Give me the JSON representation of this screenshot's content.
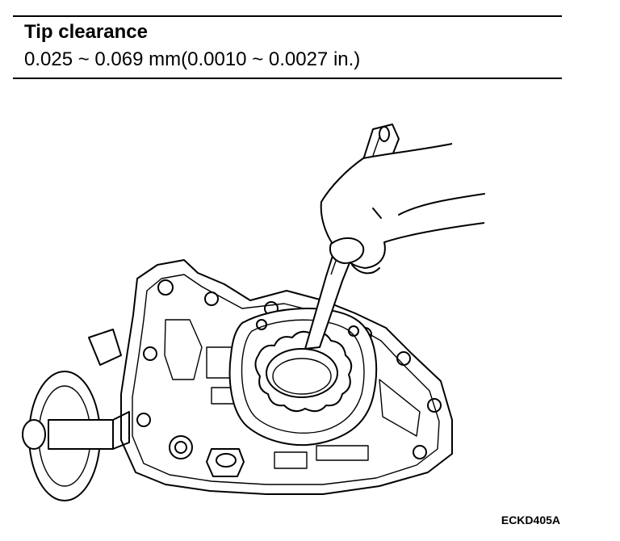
{
  "spec": {
    "title": "Tip clearance",
    "value": "0.025 ~ 0.069 mm(0.0010 ~ 0.0027 in.)"
  },
  "figure": {
    "code": "ECKD405A",
    "icon": "oil-pump-feeler-gauge-illustration"
  }
}
